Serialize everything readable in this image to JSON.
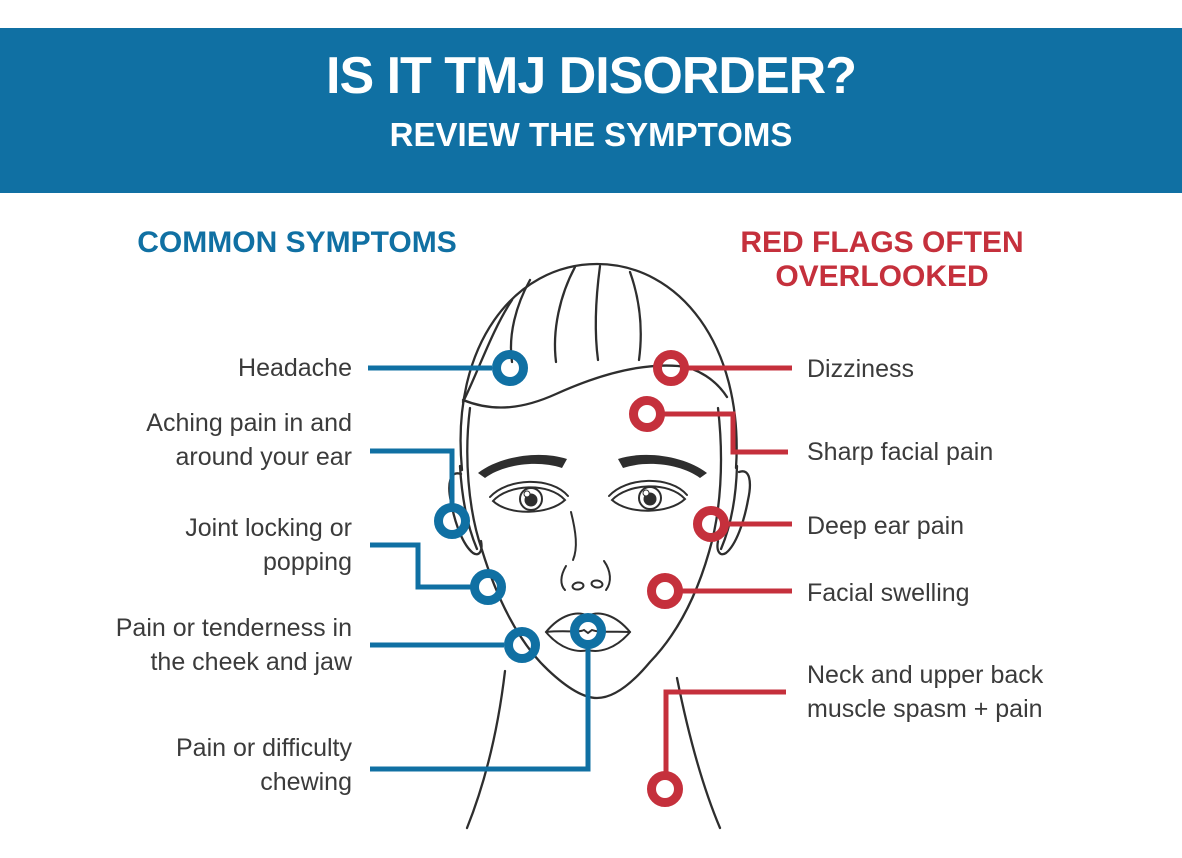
{
  "header": {
    "title": "IS IT TMJ DISORDER?",
    "subtitle": "REVIEW THE SYMPTOMS",
    "background_color": "#1070a3",
    "text_color": "#ffffff"
  },
  "columns": {
    "common": {
      "heading": "COMMON SYMPTOMS",
      "color": "#1070a3",
      "items": [
        {
          "text": "Headache"
        },
        {
          "text": "Aching pain in and\naround your ear"
        },
        {
          "text": "Joint locking or\npopping"
        },
        {
          "text": "Pain or tenderness in\nthe cheek and jaw"
        },
        {
          "text": "Pain or difficulty\nchewing"
        }
      ]
    },
    "red_flags": {
      "heading": "RED FLAGS OFTEN OVERLOOKED",
      "color": "#c5303c",
      "items": [
        {
          "text": "Dizziness"
        },
        {
          "text": "Sharp facial pain"
        },
        {
          "text": "Deep ear pain"
        },
        {
          "text": "Facial swelling"
        },
        {
          "text": "Neck and upper back\nmuscle spasm + pain"
        }
      ]
    }
  },
  "illustration": {
    "description": "Front-facing line drawing of a human head and neck with ring markers on symptom locations",
    "line_color": "#2e2e2e",
    "label_text_color": "#3b3b3b",
    "marker_style": "open ring",
    "blue_markers": [
      "forehead-hairline-left",
      "ear-left",
      "jaw-joint-left",
      "cheek-jaw-left",
      "mouth"
    ],
    "red_markers": [
      "forehead-hairline-right",
      "temple-right",
      "ear-right",
      "cheek-right",
      "neck"
    ]
  }
}
